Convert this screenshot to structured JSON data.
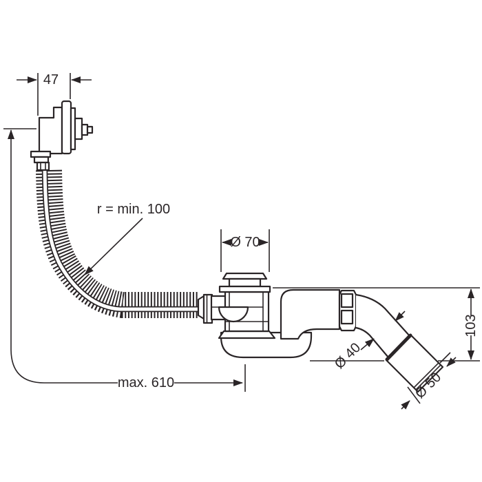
{
  "diagram": {
    "type": "technical-dimension-drawing",
    "subject": "bath waste and overflow set with flexible hose, trap and outlet pipe",
    "labels": {
      "overflow_width": "47",
      "hose_radius": "r = min. 100",
      "flange_diameter": "Ø 70",
      "max_length": "max. 610",
      "outlet_height": "103",
      "pipe_diameter": "Ø 40",
      "outlet_diameter": "Ø 50"
    },
    "colors": {
      "line": "#2a2527",
      "background": "#ffffff"
    }
  }
}
